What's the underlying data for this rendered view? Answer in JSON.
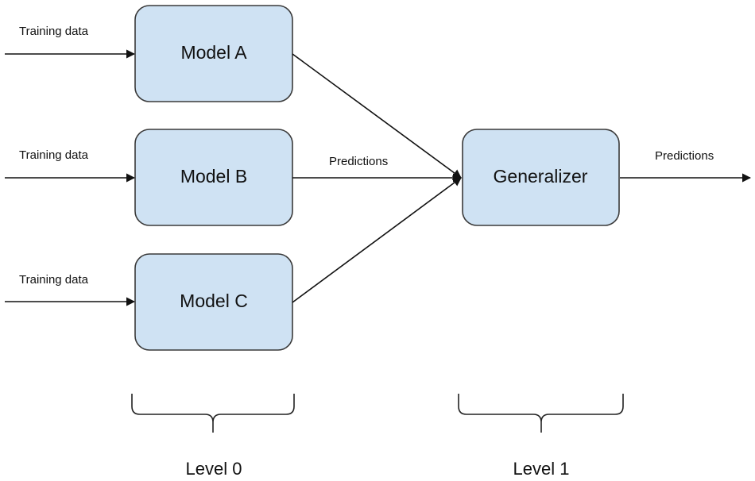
{
  "diagram": {
    "colors": {
      "node_fill": "#cfe2f3",
      "node_border": "#3a3a3a",
      "line": "#111111",
      "text": "#111111"
    },
    "inputs": {
      "model_a_label": "Training data",
      "model_b_label": "Training data",
      "model_c_label": "Training data"
    },
    "nodes": {
      "model_a": "Model A",
      "model_b": "Model B",
      "model_c": "Model C",
      "generalizer": "Generalizer"
    },
    "edges": {
      "level0_predictions": "Predictions",
      "output_predictions": "Predictions"
    },
    "levels": {
      "level0": "Level 0",
      "level1": "Level 1"
    }
  }
}
